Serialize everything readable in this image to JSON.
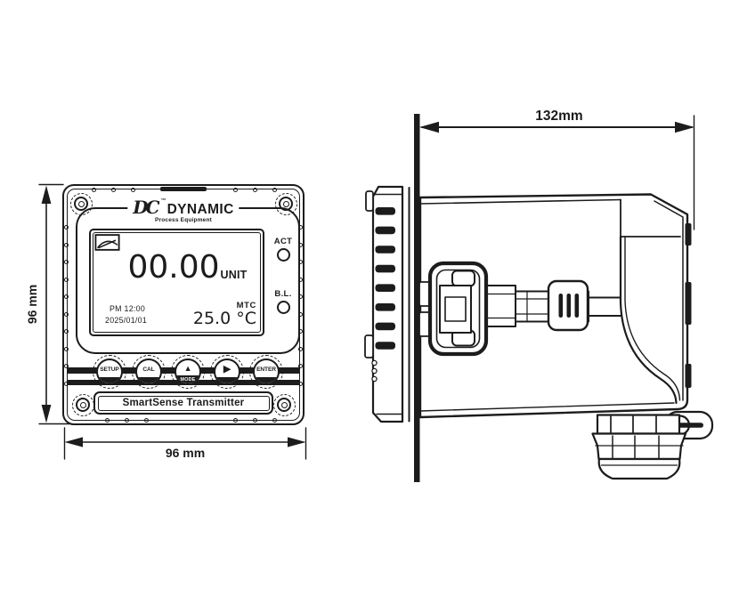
{
  "colors": {
    "ink": "#1c1c1c",
    "background": "#ffffff"
  },
  "views": {
    "front": {
      "brand": {
        "logo_prefix": "DC",
        "trademark": "™",
        "name": "DYNAMIC",
        "subtitle": "Process Equipment"
      },
      "lcd": {
        "meter_icon": "analog-gauge-icon",
        "main_value": "00.00",
        "unit": "UNIT",
        "time": "PM 12:00",
        "date": "2025/01/01",
        "temp_mode": "MTC",
        "temperature": "25.0 °C"
      },
      "leds": [
        {
          "label": "ACT"
        },
        {
          "label": "B.L."
        }
      ],
      "buttons": [
        {
          "label": "SETUP"
        },
        {
          "label": "CAL"
        },
        {
          "label": "MODE",
          "icon": "▲"
        },
        {
          "label": "",
          "icon": "▶"
        },
        {
          "label": "ENTER"
        }
      ],
      "nameplate": "SmartSense Transmitter"
    }
  },
  "dimensions": {
    "front_height": "96 mm",
    "front_width": "96 mm",
    "side_depth": "132mm"
  }
}
